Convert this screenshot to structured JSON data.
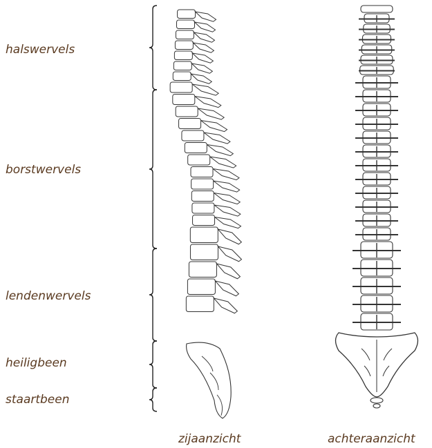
{
  "regions": [
    {
      "label": "halswervels"
    },
    {
      "label": "borstwervels"
    },
    {
      "label": "lendenwervels"
    },
    {
      "label": "heiligbeen"
    },
    {
      "label": "staartbeen"
    }
  ],
  "views": {
    "side": "zijaanzicht",
    "back": "achteraanzicht"
  },
  "colors": {
    "label_text": "#5a3a20",
    "line": "#333333",
    "bracket": "#222222"
  }
}
